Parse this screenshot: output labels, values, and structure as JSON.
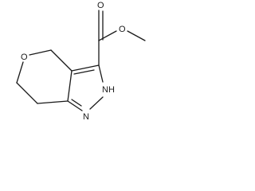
{
  "structure": {
    "atoms": {
      "carbonyl_oxygen": "O",
      "ester_oxygen": "O",
      "ring_oxygen": "O",
      "nh_label": "NH",
      "ring_nitrogen": "N"
    }
  },
  "colors": {
    "bond": "#1a1a1a",
    "background": "#ffffff"
  }
}
